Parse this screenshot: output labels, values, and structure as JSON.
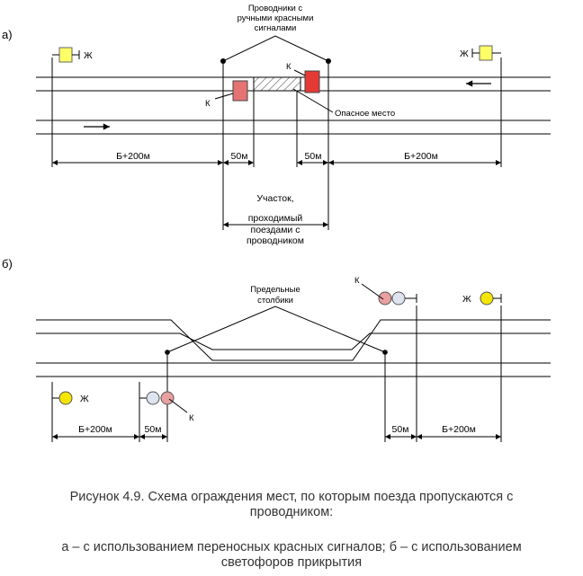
{
  "diagram_a": {
    "label": "а)",
    "conductors_label_lines": [
      "Проводники с",
      "ручными красными",
      "сигналами"
    ],
    "danger_place": "Опасное место",
    "signal_letter_red": "К",
    "signal_letter_yellow": "Ж",
    "dim_b200": "Б+200м",
    "dim_50": "50м",
    "section_label_lines": [
      "Участок,",
      "проходимый",
      "поездами с",
      "проводником"
    ]
  },
  "diagram_b": {
    "label": "б)",
    "posts_label_lines": [
      "Предельные",
      "столбики"
    ],
    "signal_letter_red": "К",
    "signal_letter_yellow": "Ж",
    "dim_b200": "Б+200м",
    "dim_50": "50м"
  },
  "caption": {
    "line1": "Рисунок 4.9. Схема ограждения мест, по которым поезда пропускаются с",
    "line2": "проводником:",
    "line3": "а – с использованием переносных красных сигналов; б – с использованием",
    "line4": "светофоров прикрытия"
  },
  "colors": {
    "red_signal": "#e57373",
    "red_lamp": "#e8a0a0",
    "yellow_signal": "#ffff66",
    "yellow_lamp": "#f5e600",
    "white_lamp": "#dde4f0"
  }
}
